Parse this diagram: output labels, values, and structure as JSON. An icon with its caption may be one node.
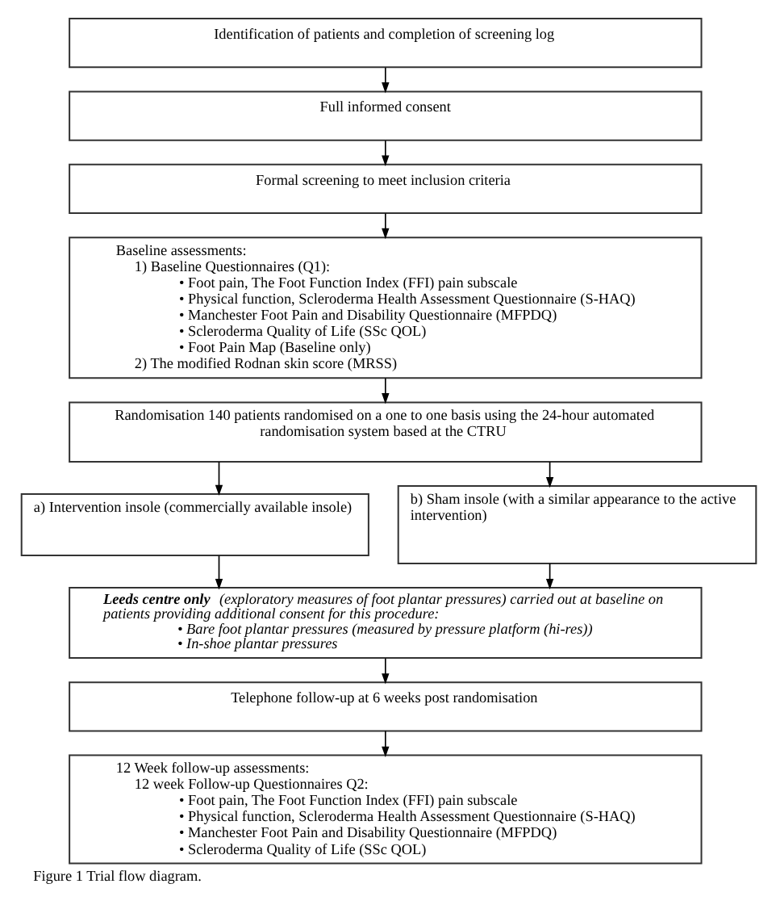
{
  "diagram": {
    "caption": "Figure 1 Trial flow diagram.",
    "nodes": [
      {
        "text": [
          "Identification of patients and completion of screening log"
        ]
      },
      {
        "text": [
          "Full informed consent"
        ]
      },
      {
        "text": [
          "Formal screening to meet inclusion criteria"
        ]
      },
      {
        "text": [
          "Baseline assessments:",
          "1) Baseline Questionnaires (Q1):",
          "• Foot pain, The Foot Function Index (FFI) pain subscale",
          "• Physical function, Scleroderma Health Assessment Questionnaire (S-HAQ)",
          "• Manchester Foot Pain and Disability Questionnaire (MFPDQ)",
          "• Scleroderma Quality of Life (SSc QOL)",
          "• Foot Pain Map (Baseline only)",
          "2) The modified Rodnan skin score (MRSS)"
        ]
      },
      {
        "text": [
          "Randomisation 140 patients randomised on a one to one basis using the 24-hour automated randomisation system based at the CTRU"
        ]
      },
      {
        "text": [
          "a) Intervention insole (commercially available insole)"
        ]
      },
      {
        "text": [
          "b) Sham insole (with a similar appearance to the active intervention)"
        ]
      },
      {
        "text": [
          "Leeds centre only",
          "(exploratory measures of foot plantar pressures) carried out at baseline on patients providing additional consent for this procedure:",
          "• Bare foot plantar pressures (measured by pressure platform (hi-res))",
          "• In-shoe plantar pressures"
        ]
      },
      {
        "text": [
          "Telephone follow-up at 6 weeks post randomisation"
        ]
      },
      {
        "text": [
          "12 Week follow-up assessments:",
          "12 week Follow-up Questionnaires Q2:",
          "• Foot pain, The Foot Function Index (FFI) pain subscale",
          "• Physical function, Scleroderma Health Assessment Questionnaire (S-HAQ)",
          "• Manchester Foot Pain and Disability Questionnaire (MFPDQ)",
          "• Scleroderma Quality of Life (SSc QOL)"
        ]
      }
    ],
    "edges": [
      {
        "from": 0,
        "to": 1,
        "arrow": "to"
      },
      {
        "from": 1,
        "to": 2,
        "arrow": "to"
      },
      {
        "from": 2,
        "to": 3,
        "arrow": "to"
      },
      {
        "from": 3,
        "to": 4,
        "arrow": "to"
      },
      {
        "from": 4,
        "to": 5,
        "arrow": "to"
      },
      {
        "from": 4,
        "to": 6,
        "arrow": "to"
      },
      {
        "from": 5,
        "to": 7,
        "arrow": "to"
      },
      {
        "from": 6,
        "to": 7,
        "arrow": "to"
      },
      {
        "from": 7,
        "to": 8,
        "arrow": "to"
      },
      {
        "from": 8,
        "to": 9,
        "arrow": "to"
      }
    ]
  }
}
